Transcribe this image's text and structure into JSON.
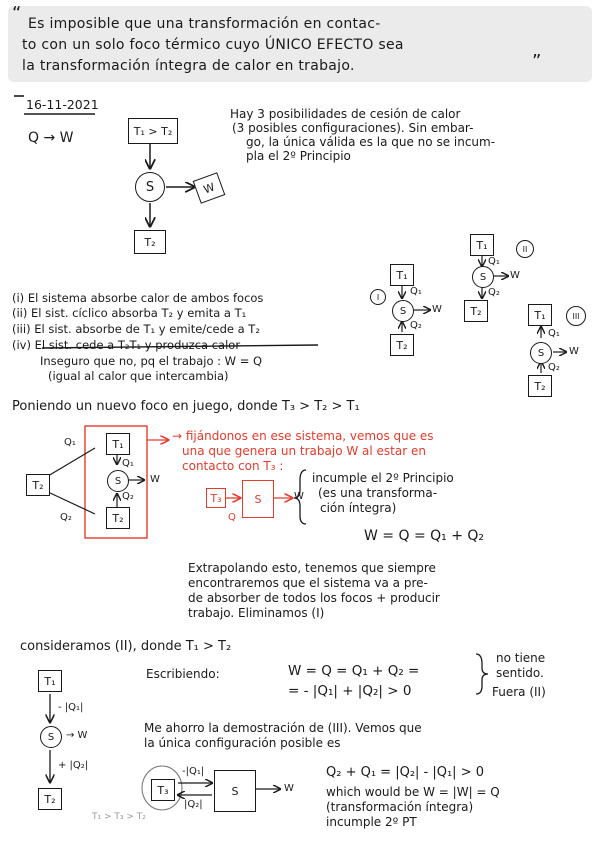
{
  "quote": {
    "open_mark": "“",
    "line1": "Es imposible que una transformación en contac-",
    "line2": "to con un solo foco térmico cuyo ÚNICO EFECTO sea",
    "line3": "la transformación íntegra de calor en trabajo.",
    "close_mark": "”"
  },
  "header": {
    "date": "16-11-2021",
    "q_to_w": "Q → W"
  },
  "diagram1": {
    "t_box": "T₁ > T₂",
    "s": "S",
    "w": "W",
    "t2": "T₂"
  },
  "intro_text": {
    "line1": "Hay 3 posibilidades de cesión de calor",
    "line2": "(3 posibles configuraciones). Sin embar-",
    "line3": "go, la única válida es la que no se incum-",
    "line4": "pla el 2º Principio"
  },
  "mini_diagrams": {
    "i_label": "I",
    "ii_label": "II",
    "iii_label": "III",
    "t1": "T₁",
    "t2": "T₂",
    "s": "S",
    "q1": "Q₁",
    "q2": "Q₂",
    "w": "W"
  },
  "cases": {
    "i": "(i) El sistema absorbe calor de ambos focos",
    "ii": "(ii) El sist. cíclico absorba T₂ y emita a T₁",
    "iii": "(iii) El sist. absorbe de T₁ y emite/cede a T₂",
    "iv": "(iv) El sist. cede a T₂T₁ y produzca calor",
    "note1": "Inseguro que no, pq el trabajo : W = Q",
    "note2": "(igual al calor que intercambia)"
  },
  "new_focus": {
    "title": "Poniendo un nuevo foco en juego, donde   T₃ > T₂ > T₁",
    "red1": "→ fijándonos en ese sistema, vemos que es",
    "red2": "una que genera un trabajo W al estar en",
    "red3": "contacto con T₃ :",
    "q1": "Q₁",
    "q2": "Q₂",
    "t1": "T₁",
    "t2": "T₂",
    "t2_out": "T₂",
    "s": "S",
    "w": "W",
    "t3": "T₃",
    "s_box": "S",
    "q": "Q",
    "brace_w": "W",
    "incumple1": "incumple el 2º Principio",
    "incumple2": "(es una transforma-",
    "incumple3": "ción íntegra)",
    "equation": "W = Q = Q₁ + Q₂"
  },
  "extrapolating": {
    "line1": "Extrapolando esto, tenemos que siempre",
    "line2": "encontraremos que el sistema va a pre-",
    "line3": "de absorber de todos los focos + producir",
    "line4": "trabajo. Eliminamos  (I)"
  },
  "case_ii": {
    "title": "consideramos  (II), donde  T₁ > T₂",
    "t1": "T₁",
    "q1_label": "- |Q₁|",
    "s": "S",
    "w": "→ W",
    "q2_label": "+ |Q₂|",
    "t2": "T₂",
    "writing": "Escribiendo:",
    "eq1": "W = Q = Q₁ + Q₂ =",
    "eq2": "= - |Q₁| + |Q₂| > 0",
    "no_sense1": "no tiene",
    "no_sense2": "sentido.",
    "fuera": "Fuera (II)"
  },
  "case_iii": {
    "line1": "Me ahorro la demostración de (III). Vemos que",
    "line2": "la única configuración posible es",
    "q1": "-|Q₁|",
    "q2": "|Q₂|",
    "t3": "T₃",
    "s": "S",
    "w": "W",
    "order": "T₁ > T₃ > T₂",
    "eq": "Q₂ + Q₁ = |Q₂| - |Q₁| > 0",
    "w1": "which would be  W = |W| = Q",
    "w2": "(transformación íntegra)",
    "w3": "incumple 2º PT"
  }
}
